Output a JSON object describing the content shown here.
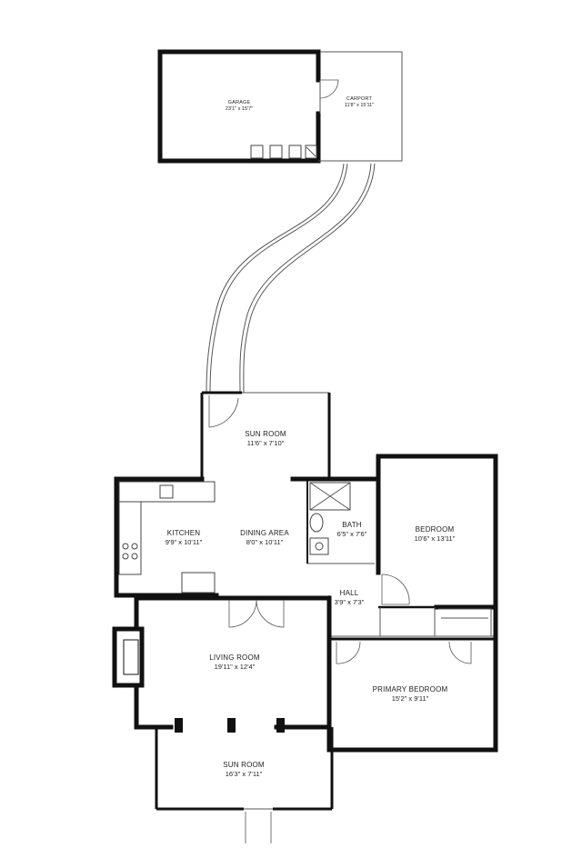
{
  "rooms": {
    "garage": {
      "name": "GARAGE",
      "dims": "23'1\" x 15'7\""
    },
    "carport": {
      "name": "CARPORT",
      "dims": "11'8\" x 15'11\""
    },
    "sun_room_top": {
      "name": "SUN ROOM",
      "dims": "11'6\" x 7'10\""
    },
    "kitchen": {
      "name": "KITCHEN",
      "dims": "9'9\" x 10'11\""
    },
    "dining_area": {
      "name": "DINING AREA",
      "dims": "8'0\" x 10'11\""
    },
    "bath": {
      "name": "BATH",
      "dims": "6'5\" x 7'6\""
    },
    "bedroom": {
      "name": "BEDROOM",
      "dims": "10'6\" x 13'11\""
    },
    "hall": {
      "name": "HALL",
      "dims": "3'9\" x 7'3\""
    },
    "living_room": {
      "name": "LIVING ROOM",
      "dims": "19'11\" x 12'4\""
    },
    "primary_bedroom": {
      "name": "PRIMARY BEDROOM",
      "dims": "15'2\" x 9'11\""
    },
    "sun_room_bottom": {
      "name": "SUN ROOM",
      "dims": "16'3\" x 7'11\""
    }
  }
}
